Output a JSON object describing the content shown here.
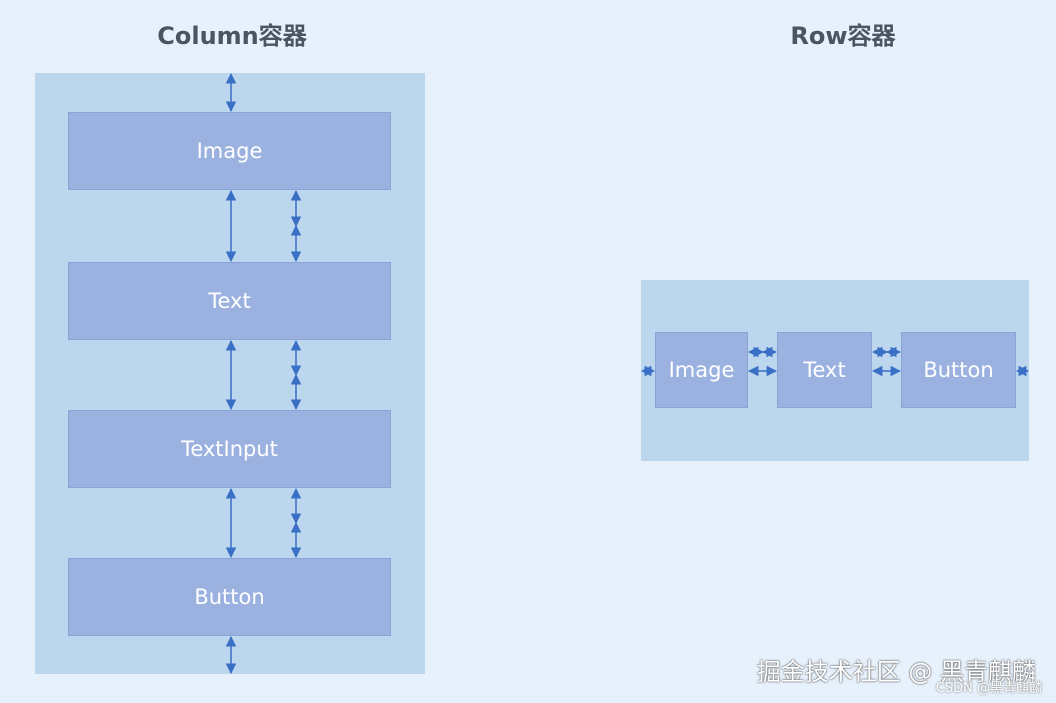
{
  "column": {
    "title": "Column容器",
    "items": [
      "Image",
      "Text",
      "TextInput",
      "Button"
    ]
  },
  "row": {
    "title": "Row容器",
    "items": [
      "Image",
      "Text",
      "Button"
    ]
  },
  "watermark": {
    "main": "掘金技术社区 @ 黑青麒麟",
    "sub": "CSDN @黑青麒麟"
  },
  "colors": {
    "background": "#e6f1fc",
    "container": "#bcd6ee",
    "child": "#9bb2e0",
    "arrow": "#3a6fc6"
  }
}
